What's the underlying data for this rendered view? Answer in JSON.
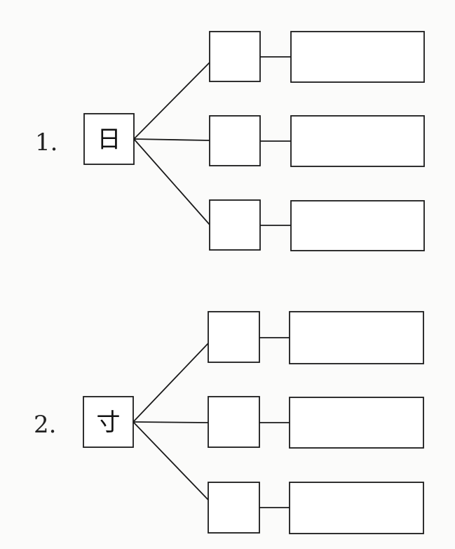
{
  "exercises": [
    {
      "number": "1.",
      "character": "日",
      "branches": 3
    },
    {
      "number": "2.",
      "character": "寸",
      "branches": 3
    }
  ]
}
